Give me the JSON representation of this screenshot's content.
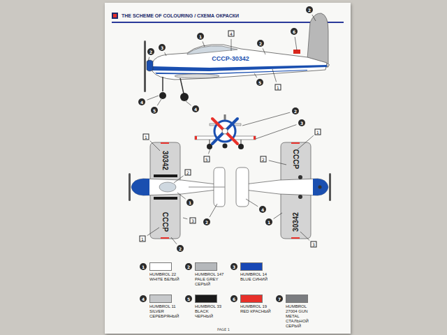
{
  "diagram": {
    "title": "THE SCHEME OF COLOURING / СХЕМА ОКРАСКИ",
    "labels": [
      "СССР-30342",
      "30342",
      "СССР",
      "СССР",
      "30342",
      "PAGE 1",
      "4",
      "1",
      "1",
      "2",
      "1",
      "3",
      "1",
      "2",
      "3",
      "5",
      "2",
      "3",
      "1",
      "2",
      "6",
      "2",
      "5",
      "4",
      "5",
      "4",
      "2",
      "3",
      "1",
      "2",
      "2",
      "4",
      "1",
      "1",
      "2",
      "3",
      "4",
      "5",
      "6",
      "7"
    ],
    "legend": [
      {
        "text": "HUMBROL 22 WHITE БЕЛЫЙ",
        "color": "#ffffff"
      },
      {
        "text": "HUMBROL 147 PALE GREY СЕРЫЙ",
        "color": "#b5b8bb"
      },
      {
        "text": "HUMBROL 14 BLUE СИНИЙ",
        "color": "#1747b5"
      },
      {
        "text": "HUMBROL 11 SILVER СЕРЕБРЯНЫЙ",
        "color": "#c7c9cb"
      },
      {
        "text": "HUMBROL 33 BLACK ЧЕРНЫЙ",
        "color": "#1a1a1a"
      },
      {
        "text": "HUMBROL 19 RED КРАСНЫЙ",
        "color": "#e8302a"
      },
      {
        "text": "HUMBROL 27004 GUN METAL СТАЛЬНОЙ СЕРЫЙ",
        "color": "#7b7d80"
      }
    ]
  }
}
